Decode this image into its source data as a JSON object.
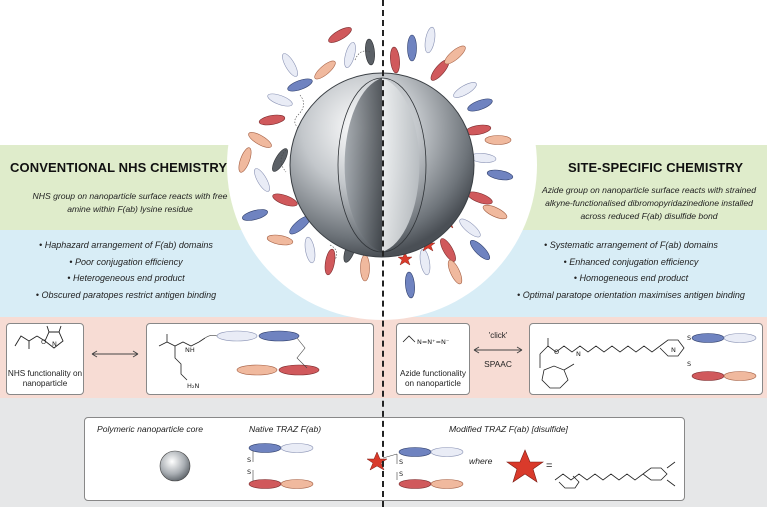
{
  "left": {
    "title": "CONVENTIONAL NHS CHEMISTRY",
    "description": "NHS group on nanoparticle surface reacts with free amine within F(ab) lysine residue",
    "bullets": [
      "Haphazard arrangement of F(ab) domains",
      "Poor conjugation efficiency",
      "Heterogeneous end product",
      "Obscured paratopes restrict antigen binding"
    ],
    "functionality_caption": "NHS functionality on nanoparticle",
    "chem_labels": {
      "nh": "NH",
      "h2n": "H₂N",
      "o": "O",
      "n": "N"
    }
  },
  "right": {
    "title": "SITE-SPECIFIC CHEMISTRY",
    "description": "Azide group on nanoparticle surface reacts with strained alkyne-functionalised dibromopyridazinedione installed across reduced F(ab) disulfide bond",
    "bullets": [
      "Systematic arrangement of F(ab) domains",
      "Enhanced conjugation efficiency",
      "Homogeneous end product",
      "Optimal paratope orientation maximises antigen binding"
    ],
    "functionality_caption": "Azide functionality on nanoparticle",
    "azide_formula": "N=N⁺=N⁻",
    "click_label": "'click'",
    "spaac_label": "SPAAC",
    "chem_labels": {
      "o": "O",
      "n": "N",
      "h": "H",
      "s": "S"
    }
  },
  "legend": {
    "core_label": "Polymeric nanoparticle core",
    "native_label": "Native TRAZ F(ab)",
    "modified_label": "Modified TRAZ F(ab) [disulfide]",
    "where_label": "where",
    "equals_label": "=",
    "s_label": "S"
  },
  "colors": {
    "green_band": "#dfeccb",
    "blue_band": "#d8edf6",
    "pink_band": "#f7dcd4",
    "grey_band": "#e6e7e8",
    "antibody_heavy": "#5a6fae",
    "antibody_light": "#e0a489",
    "antibody_red": "#c24a4e",
    "star_red": "#d93a2b"
  }
}
